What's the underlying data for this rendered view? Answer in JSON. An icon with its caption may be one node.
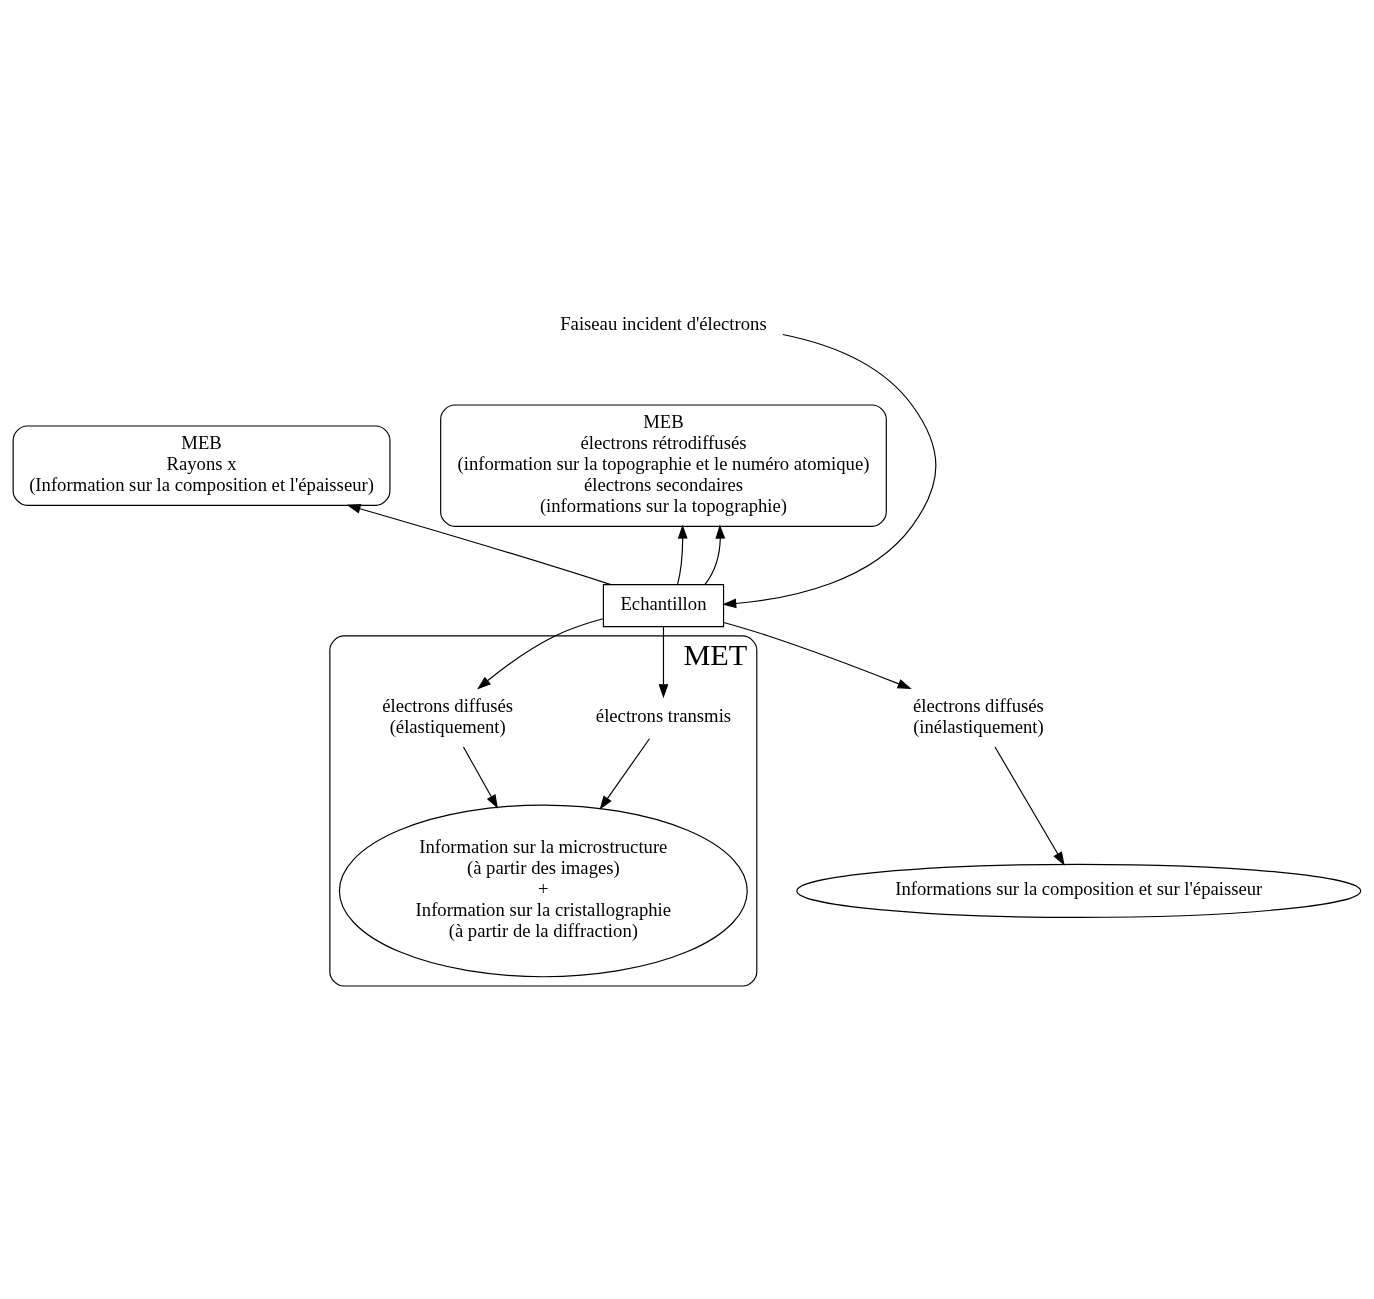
{
  "diagram": {
    "nodes": [
      {
        "text": [
          "Faiseau incident d'électrons"
        ]
      },
      {
        "text": [
          "MEB",
          "Rayons x",
          "(Information sur la composition et l'épaisseur)"
        ]
      },
      {
        "text": [
          "MEB",
          "électrons rétrodiffusés",
          "(information sur la topographie et le numéro atomique)",
          "électrons secondaires",
          "(informations sur la topographie)"
        ]
      },
      {
        "text": [
          "Echantillon"
        ]
      },
      {
        "text": [
          "électrons diffusés",
          "(inélastiquement)"
        ]
      },
      {
        "text": [
          "Informations sur la composition et sur l'épaisseur"
        ]
      },
      {
        "text": [
          "MET"
        ]
      },
      {
        "text": [
          "électrons transmis"
        ],
        "in": 6
      },
      {
        "text": [
          "électrons diffusés",
          "(élastiquement)"
        ],
        "in": 6
      },
      {
        "text": [
          "Information sur la microstructure",
          "(à partir des images)",
          "+",
          "Information sur la cristallographie",
          "(à partir de la diffraction)"
        ],
        "in": 6
      }
    ],
    "edges": [
      {
        "from": 0,
        "to": 3,
        "arrow": "to"
      },
      {
        "from": 3,
        "to": 1,
        "arrow": "to"
      },
      {
        "from": 3,
        "to": 2,
        "arrow": "to"
      },
      {
        "from": 3,
        "to": 2,
        "arrow": "to"
      },
      {
        "from": 3,
        "to": 4,
        "arrow": "to"
      },
      {
        "from": 3,
        "to": 7,
        "arrow": "to"
      },
      {
        "from": 3,
        "to": 8,
        "arrow": "to"
      },
      {
        "from": 4,
        "to": 5,
        "arrow": "to"
      },
      {
        "from": 7,
        "to": 9,
        "arrow": "to"
      },
      {
        "from": 8,
        "to": 9,
        "arrow": "to"
      }
    ]
  }
}
